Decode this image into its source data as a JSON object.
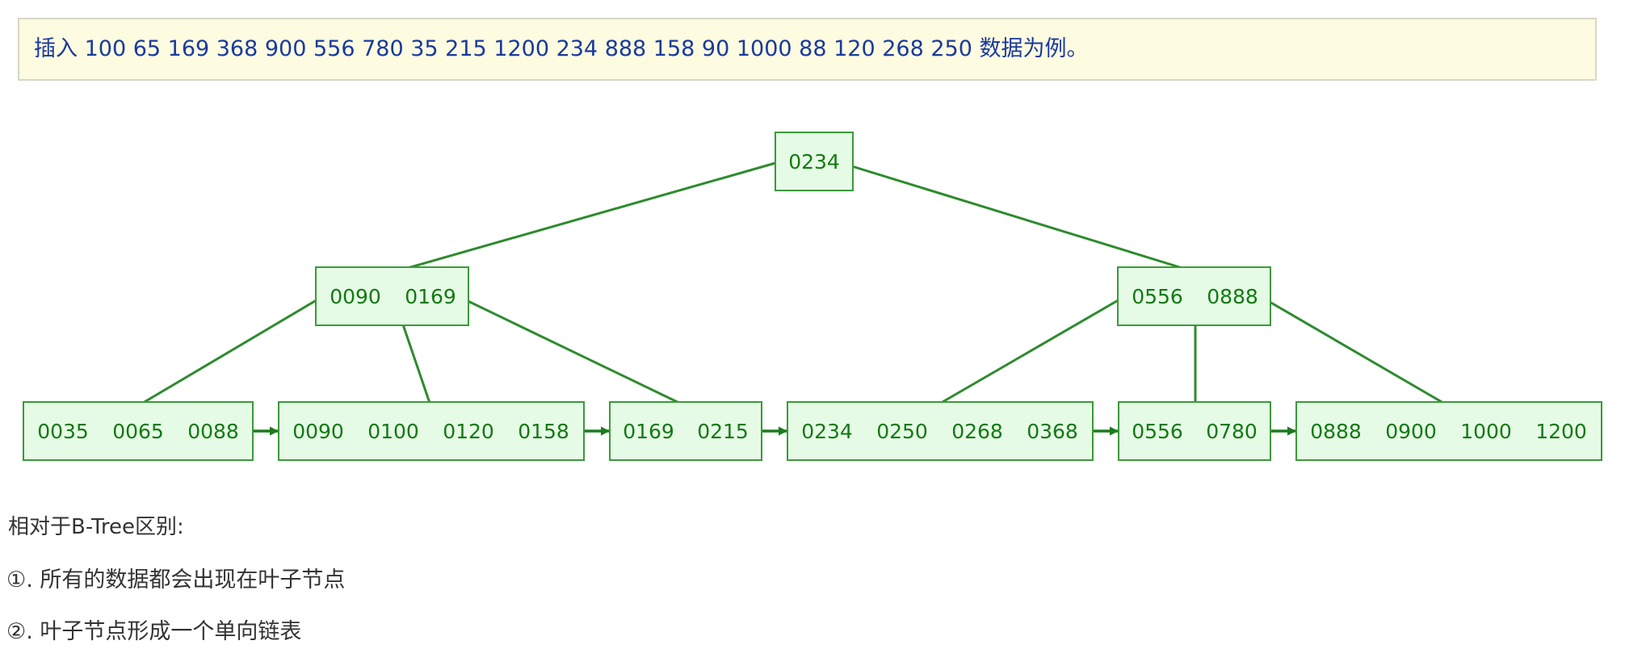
{
  "note": {
    "text": "插入 100 65 169 368 900 556 780 35 215 1200 234 888 158 90 1000 88 120 268 250 数据为例。"
  },
  "colors": {
    "node_fill": "#e6fbe6",
    "node_stroke": "#3a9a3a",
    "edge": "#2e8b2e",
    "arrow": "#1c7a1c",
    "key_text": "#127a12"
  },
  "tree": {
    "root": {
      "keys": [
        "0234"
      ]
    },
    "internal": [
      {
        "keys": [
          "0090",
          "0169"
        ]
      },
      {
        "keys": [
          "0556",
          "0888"
        ]
      }
    ],
    "leaves": [
      {
        "keys": [
          "0035",
          "0065",
          "0088"
        ]
      },
      {
        "keys": [
          "0090",
          "0100",
          "0120",
          "0158"
        ]
      },
      {
        "keys": [
          "0169",
          "0215"
        ]
      },
      {
        "keys": [
          "0234",
          "0250",
          "0268",
          "0368"
        ]
      },
      {
        "keys": [
          "0556",
          "0780"
        ]
      },
      {
        "keys": [
          "0888",
          "0900",
          "1000",
          "1200"
        ]
      }
    ]
  },
  "differences": {
    "heading": "相对于B-Tree区别:",
    "items": [
      "①. 所有的数据都会出现在叶子节点",
      "②. 叶子节点形成一个单向链表"
    ]
  }
}
